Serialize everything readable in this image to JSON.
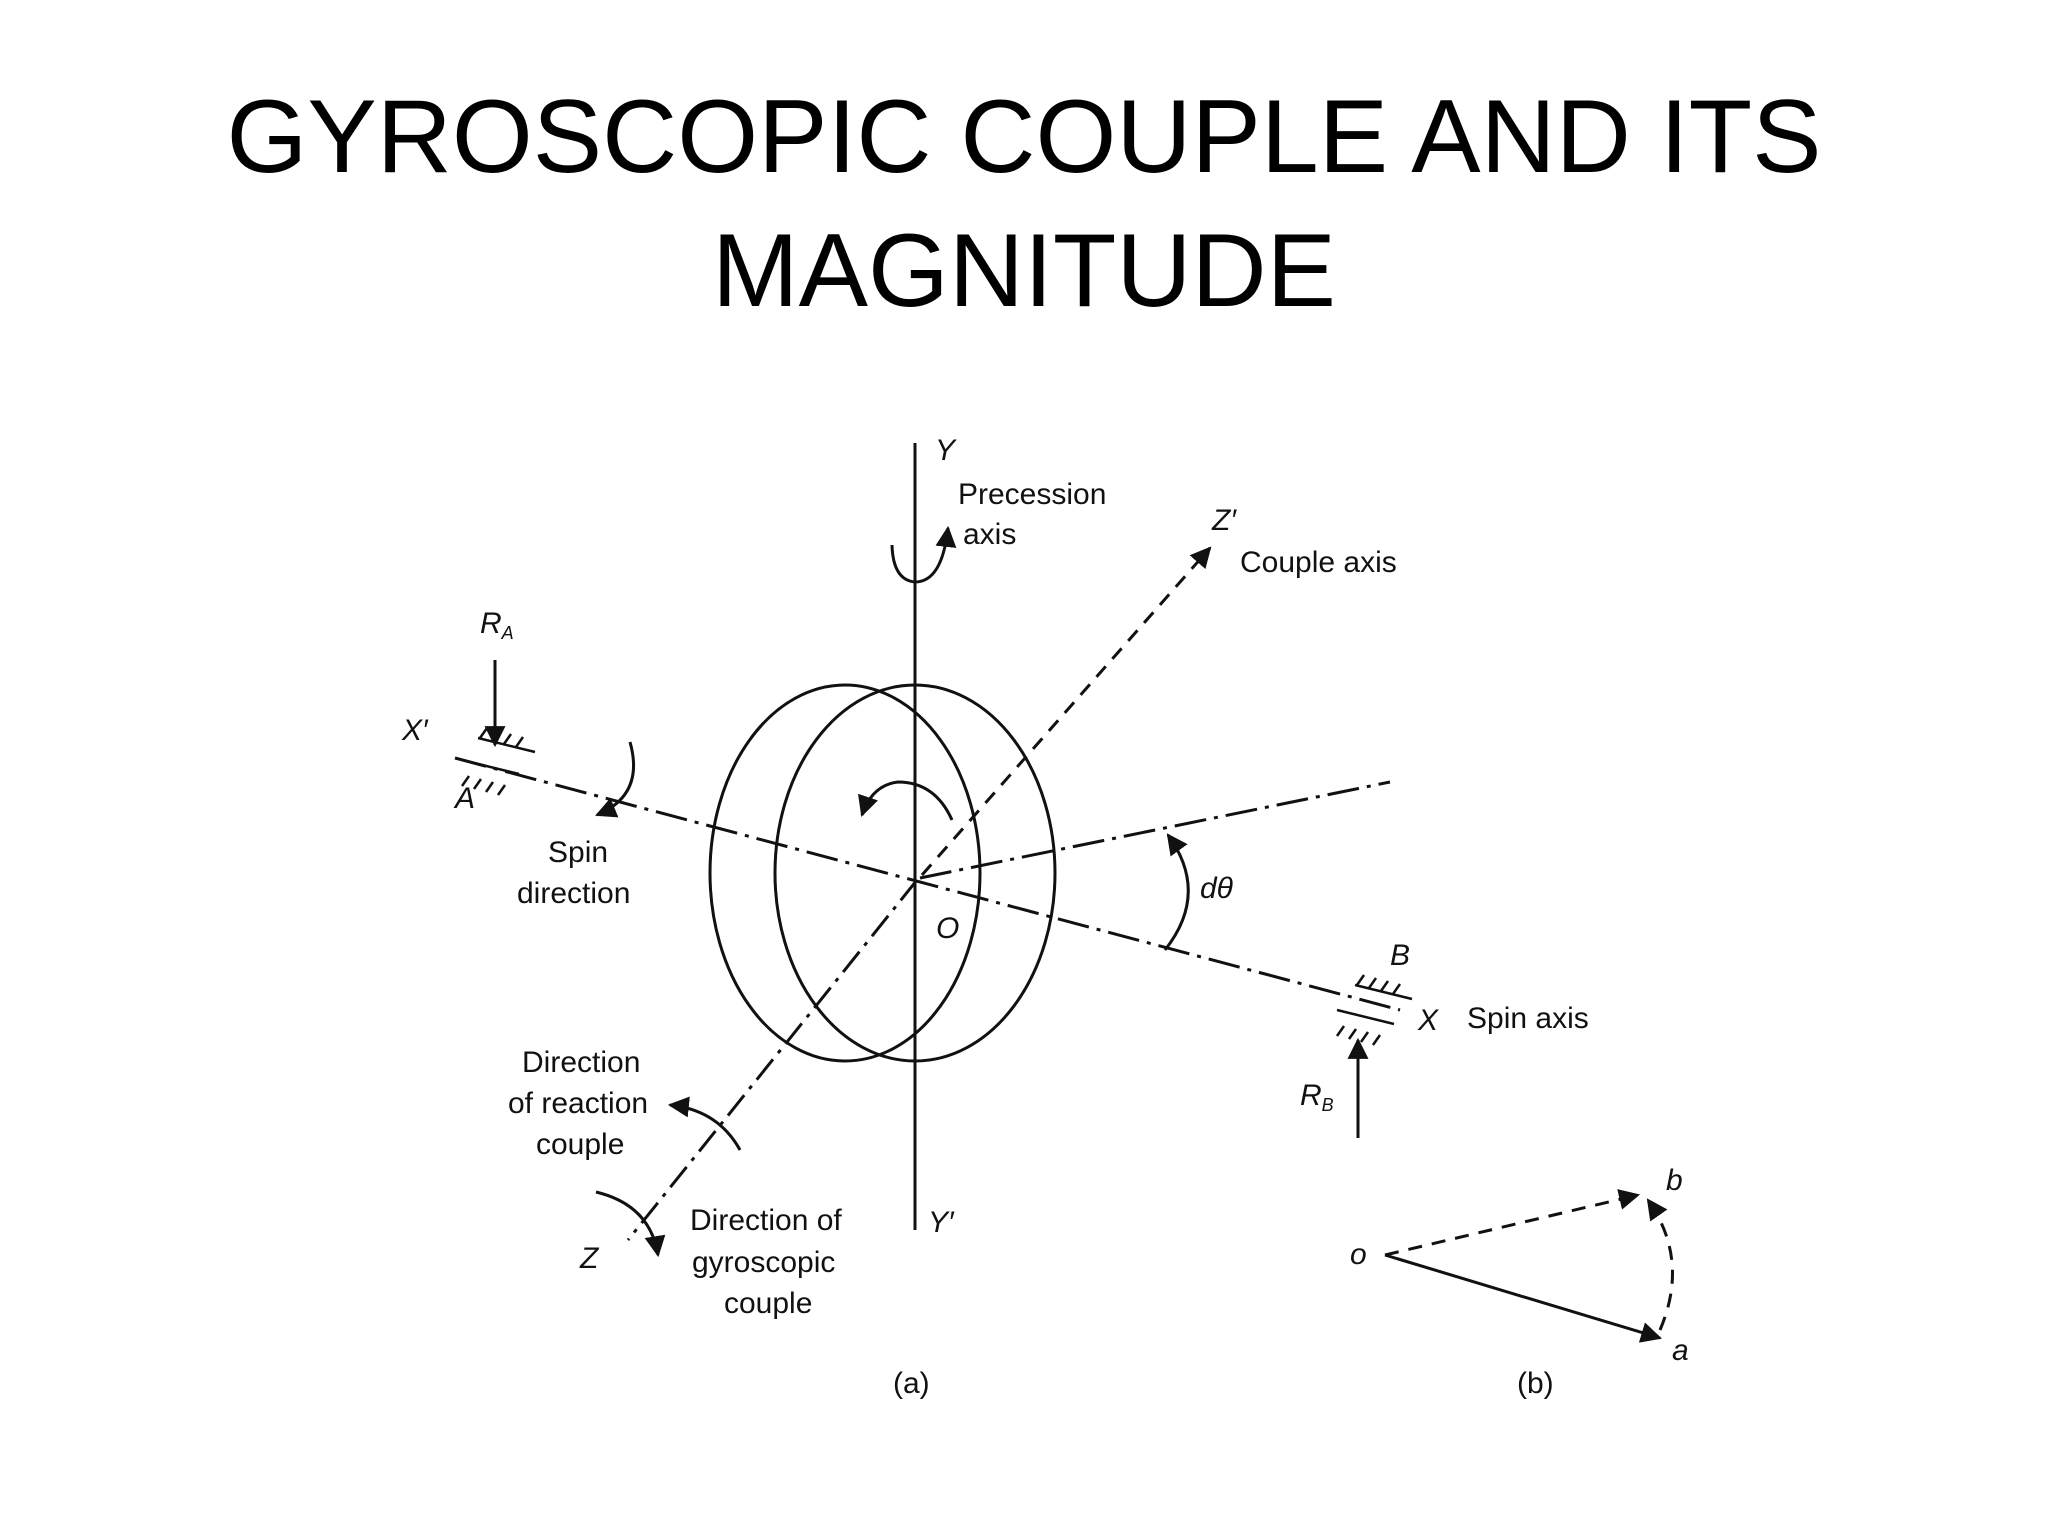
{
  "slide": {
    "title_line1": "GYROSCOPIC COUPLE AND ITS",
    "title_line2": "MAGNITUDE"
  },
  "diagram_a": {
    "axis_y_top": "Y",
    "axis_y_bottom": "Y′",
    "precession_label_1": "Precession",
    "precession_label_2": "axis",
    "axis_z_top": "Z′",
    "couple_axis_label": "Couple axis",
    "reaction_a": "R",
    "reaction_a_sub": "A",
    "axis_x_left": "X′",
    "bearing_a": "A",
    "spin_direction_1": "Spin",
    "spin_direction_2": "direction",
    "origin": "O",
    "angle": "dθ",
    "bearing_b": "B",
    "axis_x_right": "X",
    "spin_axis_label": "Spin axis",
    "reaction_b": "R",
    "reaction_b_sub": "B",
    "reaction_couple_1": "Direction",
    "reaction_couple_2": "of reaction",
    "reaction_couple_3": "couple",
    "axis_z_bottom": "Z",
    "gyro_couple_1": "Direction of",
    "gyro_couple_2": "gyroscopic",
    "gyro_couple_3": "couple",
    "caption": "(a)"
  },
  "diagram_b": {
    "point_o": "o",
    "point_a": "a",
    "point_b": "b",
    "caption": "(b)"
  }
}
